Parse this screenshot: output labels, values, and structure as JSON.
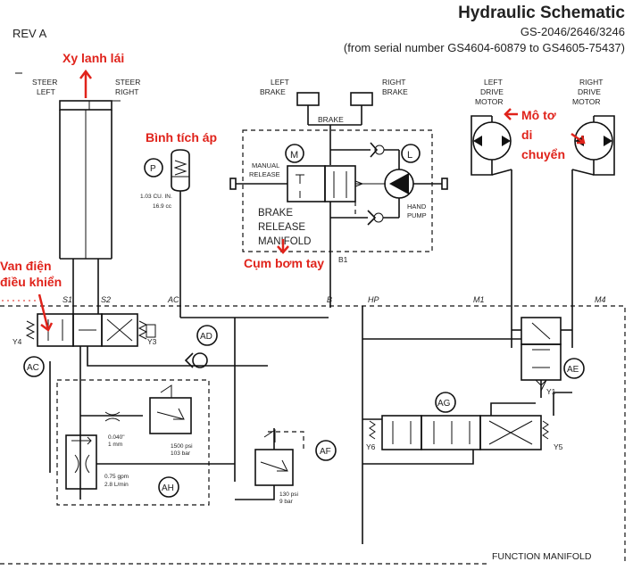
{
  "header": {
    "title": "Hydraulic Schematic",
    "models": "GS-2046/2646/3246",
    "serial_range": "(from serial number GS4604-60879 to GS4605-75437)",
    "revision": "REV A"
  },
  "annotations": {
    "steer_cylinder": "Xy lanh lái",
    "accumulator": "Bình tích áp",
    "drive_motors_1": "Mô tơ",
    "drive_motors_2": "di",
    "drive_motors_3": "chuyển",
    "hand_pump_manifold": "Cụm bơm tay",
    "control_valve_1": "Van điện",
    "control_valve_2": "điều khiển"
  },
  "labels": {
    "steer_left_1": "STEER",
    "steer_left_2": "LEFT",
    "steer_right_1": "STEER",
    "steer_right_2": "RIGHT",
    "left_brake_1": "LEFT",
    "left_brake_2": "BRAKE",
    "right_brake_1": "RIGHT",
    "right_brake_2": "BRAKE",
    "brake": "BRAKE",
    "left_motor_1": "LEFT",
    "left_motor_2": "DRIVE",
    "left_motor_3": "MOTOR",
    "right_motor_1": "RIGHT",
    "right_motor_2": "DRIVE",
    "right_motor_3": "MOTOR",
    "manual_release_1": "MANUAL",
    "manual_release_2": "RELEASE",
    "hand_pump_1": "HAND",
    "hand_pump_2": "PUMP",
    "brake_release_1": "BRAKE",
    "brake_release_2": "RELEASE",
    "brake_release_3": "MANIFOLD",
    "accum_vol_1": "1.03 CU. IN.",
    "accum_vol_2": "16.9 cc",
    "m": "M",
    "l": "L",
    "p": "P",
    "b1": "B1",
    "s1": "S1",
    "s2": "S2",
    "ac_port": "AC",
    "b_port": "B",
    "hp_port": "HP",
    "m1": "M1",
    "m4": "M4",
    "y4": "Y4",
    "y3": "Y3",
    "y1": "Y1",
    "y5": "Y5",
    "y6": "Y6",
    "ac": "AC",
    "ad": "AD",
    "ae": "AE",
    "af": "AF",
    "ag": "AG",
    "ah": "AH",
    "orifice_1": "0.040\"",
    "orifice_2": "1 mm",
    "relief1_1": "1500 psi",
    "relief1_2": "103 bar",
    "flow_1": "0.75 gpm",
    "flow_2": "2.8 L/min",
    "relief2_1": "130 psi",
    "relief2_2": "9 bar",
    "function_manifold": "FUNCTION MANIFOLD"
  }
}
